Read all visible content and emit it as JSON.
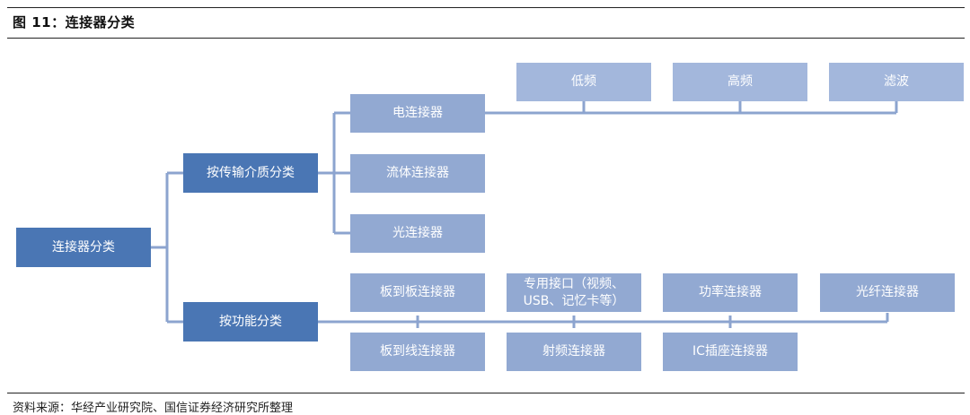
{
  "title": "图 11：连接器分类",
  "source": "资料来源：华经产业研究院、国信证券经济研究所整理",
  "colors": {
    "dark": "#4a76b4",
    "light": "#92a9d2",
    "line": "#8ca4cf"
  },
  "nodes": {
    "root": "连接器分类",
    "by_medium": "按传输介质分类",
    "by_function": "按功能分类",
    "electric": "电连接器",
    "fluid": "流体连接器",
    "optical": "光连接器",
    "low_freq": "低频",
    "high_freq": "高频",
    "filter": "滤波",
    "board_to_board": "板到板连接器",
    "dedicated_interface": "专用接口（视频、USB、记忆卡等）",
    "power": "功率连接器",
    "fiber": "光纤连接器",
    "board_to_wire": "板到线连接器",
    "rf": "射频连接器",
    "ic_socket": "IC插座连接器"
  }
}
